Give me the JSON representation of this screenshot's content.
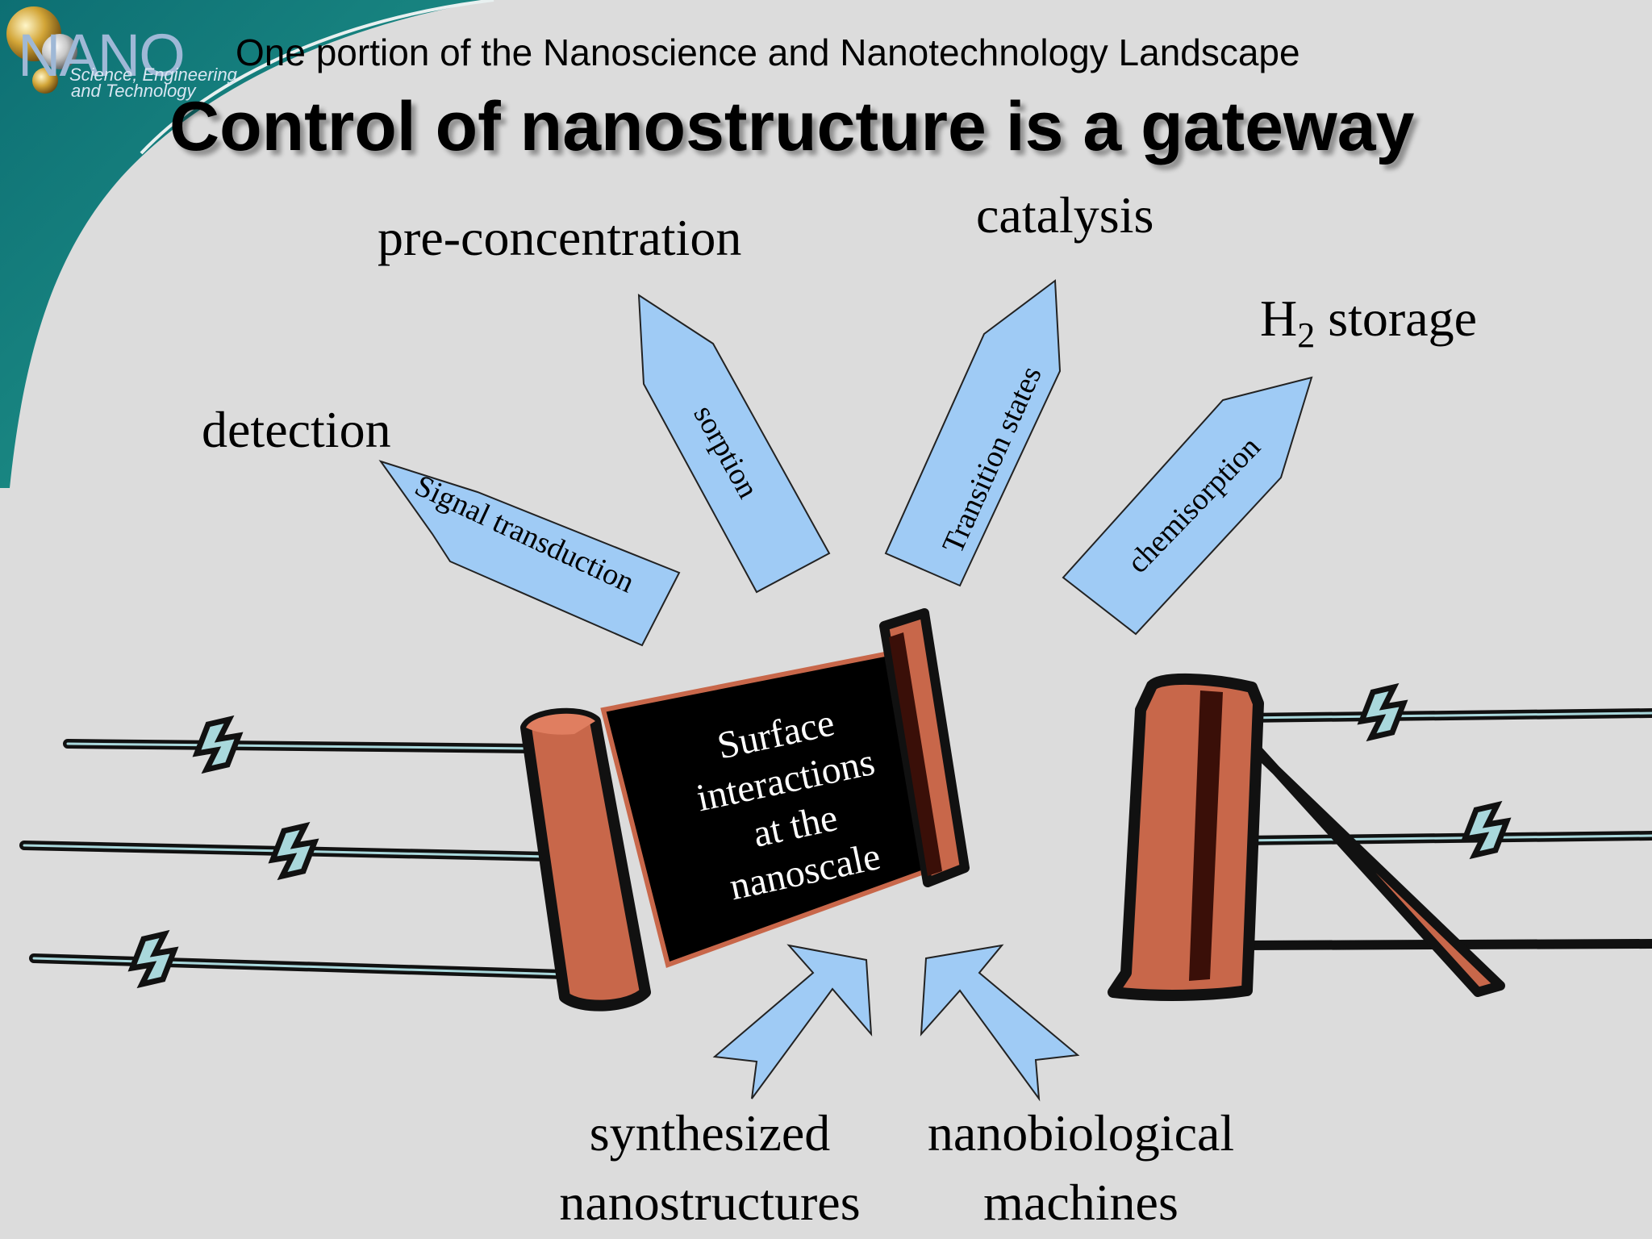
{
  "header": {
    "subtitle": "One portion of the Nanoscience and Nanotechnology Landscape",
    "title": "Control of nanostructure is a gateway"
  },
  "logo": {
    "word": "NANO",
    "line1": "Science, Engineering",
    "line2": "and Technology"
  },
  "outcomes": {
    "detection": "detection",
    "preconcentration": "pre-concentration",
    "catalysis": "catalysis",
    "h2_main": "H",
    "h2_sub": "2",
    "h2_rest": " storage"
  },
  "mechanisms": {
    "signal": "Signal transduction",
    "sorption": "sorption",
    "transition": "Transition states",
    "chemisorption": "chemisorption"
  },
  "gateway": {
    "line1": "Surface",
    "line2": "interactions",
    "line3": "at the",
    "line4": "nanoscale"
  },
  "inputs": {
    "synth_line1": "synthesized",
    "synth_line2": "nanostructures",
    "bio_line1": "nanobiological",
    "bio_line2": "machines"
  },
  "colors": {
    "background": "#dcdcdc",
    "arrow_fill": "#9fcbf5",
    "post_fill": "#c8674a",
    "post_dark": "#3a0f08",
    "sign_fill": "#000000",
    "logo_teal": "#0e7a78"
  }
}
